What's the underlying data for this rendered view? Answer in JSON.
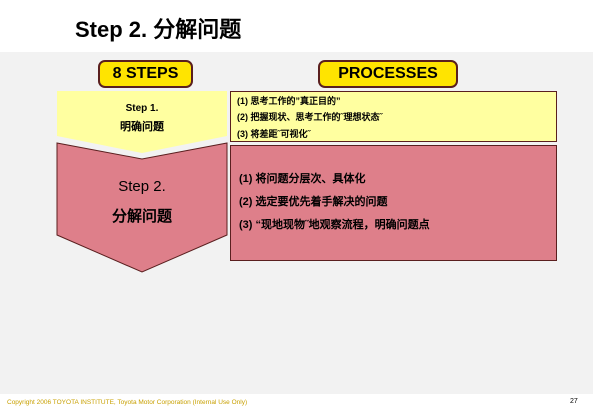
{
  "title": "Step 2. 分解问题",
  "steps_header": "8 STEPS",
  "processes_header": "PROCESSES",
  "step1": {
    "line1": "Step 1.",
    "line2": "明确问题"
  },
  "step2": {
    "line1": "Step 2.",
    "line2": "分解问题"
  },
  "step1_processes": [
    "(1) 思考工作的”真正目的”",
    "(2) 把握现状、思考工作的˝理想状态˝",
    "(3) 将差距˝可视化˝"
  ],
  "step2_processes": [
    "(1) 将问题分层次、具体化",
    "(2) 选定要优先着手解决的问题",
    "(3) “现地现物˝地观察流程，明确问题点"
  ],
  "footer": {
    "copyright": "Copyright  2006 TOYOTA  INSTITUTE, Toyota Motor Corporation (Internal Use Only)",
    "page_number": "27"
  },
  "colors": {
    "header_fill": "#ffe400",
    "header_border": "#5a1f1f",
    "step1_fill": "#ffffa0",
    "step2_fill": "#de7f8a",
    "background": "#f2f2f2",
    "footer_text": "#c8a000"
  }
}
